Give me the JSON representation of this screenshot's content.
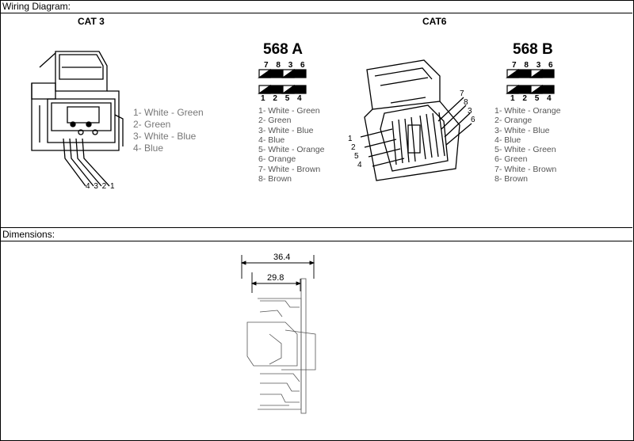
{
  "sections": {
    "wiring_title": "Wiring Diagram:",
    "dimensions_title": "Dimensions:"
  },
  "cat3": {
    "label": "CAT 3",
    "wires": [
      "1- White - Green",
      "2- Green",
      "3- White - Blue",
      "4- Blue"
    ],
    "pin_labels": "4 3 2 1"
  },
  "cat6": {
    "label": "CAT6",
    "pins_left": [
      "1",
      "2",
      "5",
      "4"
    ],
    "pins_right": [
      "7",
      "8",
      "3",
      "6"
    ]
  },
  "t568a": {
    "title": "568 A",
    "top_pins": [
      "7",
      "8",
      "3",
      "6"
    ],
    "bottom_pins": [
      "1",
      "2",
      "5",
      "4"
    ],
    "wires": [
      "1- White - Green",
      "2- Green",
      "3- White - Blue",
      "4- Blue",
      "5- White - Orange",
      "6- Orange",
      "7- White - Brown",
      "8- Brown"
    ]
  },
  "t568b": {
    "title": "568 B",
    "top_pins": [
      "7",
      "8",
      "3",
      "6"
    ],
    "bottom_pins": [
      "1",
      "2",
      "5",
      "4"
    ],
    "wires": [
      "1- White - Orange",
      "2- Orange",
      "3- White - Blue",
      "4- Blue",
      "5- White - Green",
      "6- Green",
      "7- White - Brown",
      "8- Brown"
    ]
  },
  "dimensions": {
    "outer": "36.4",
    "inner": "29.8"
  }
}
